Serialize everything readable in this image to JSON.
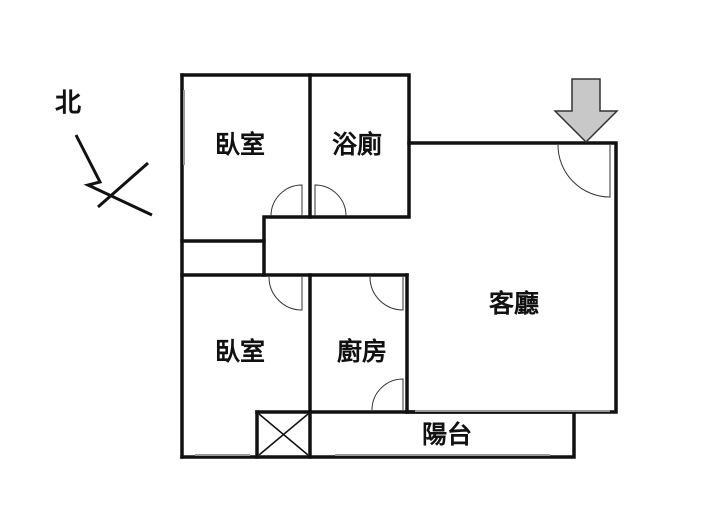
{
  "compass": {
    "north_label": "北"
  },
  "rooms": {
    "bedroom_top": "臥室",
    "bathroom": "浴廁",
    "living_room": "客廳",
    "bedroom_bottom": "臥室",
    "kitchen": "廚房",
    "balcony": "陽台"
  },
  "colors": {
    "wall": "#111111",
    "entrance_arrow": "#c8c8c8"
  }
}
